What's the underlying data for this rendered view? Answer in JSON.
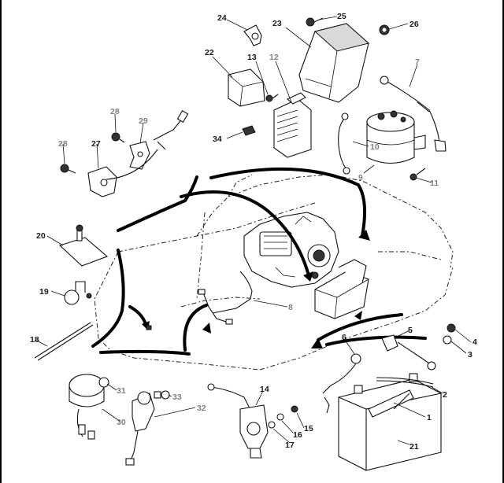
{
  "diagram": {
    "labels": {
      "l1": "1",
      "l2": "2",
      "l3": "3",
      "l4": "4",
      "l5": "5",
      "l6": "6",
      "l7": "7",
      "l8": "8",
      "l9": "9",
      "l10": "10",
      "l11": "11",
      "l12": "12",
      "l13": "13",
      "l14": "14",
      "l15": "15",
      "l16": "16",
      "l17": "17",
      "l18": "18",
      "l19": "19",
      "l20": "20",
      "l21": "21",
      "l22": "22",
      "l23": "23",
      "l24": "24",
      "l25": "25",
      "l26": "26",
      "l27": "27",
      "l28a": "28",
      "l28b": "28",
      "l29": "29",
      "l30": "30",
      "l31": "31",
      "l32": "32",
      "l33": "33",
      "l34": "34"
    },
    "colors": {
      "dark_label": "#1a1a1a",
      "grey_label": "#808080",
      "line": "#111111"
    }
  }
}
